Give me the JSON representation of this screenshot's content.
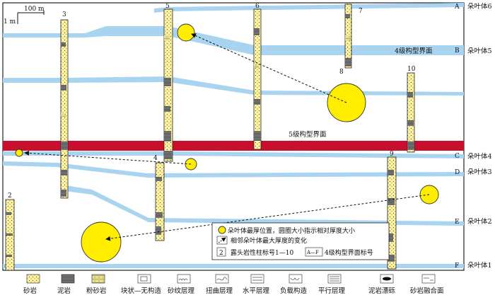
{
  "scale": {
    "horizontal": "100 m",
    "vertical": "1 m"
  },
  "boundary_labels": {
    "level4": "4级构型界面",
    "level5": "5级构型界面"
  },
  "surface_letters": [
    "A",
    "B",
    "C",
    "D",
    "E",
    "F"
  ],
  "lobes": [
    "朵叶体6",
    "朵叶体5",
    "朵叶体4",
    "朵叶体3",
    "朵叶体2",
    "朵叶体1"
  ],
  "column_numbers": [
    "2",
    "3",
    "4",
    "5",
    "6",
    "7",
    "8",
    "9",
    "10"
  ],
  "legend_box": {
    "circle_text": "朵叶体最厚位置，圆圈大小指示相对厚度大小",
    "arrow_text": "相邻朵叶体最大厚度的变化",
    "num_symbol": "2",
    "num_text": "露头岩性柱标号1—10",
    "af_symbol": "A—F",
    "af_text": "4级构型界面标号"
  },
  "lithology_legend": [
    "砂岩",
    "泥岩",
    "粉砂岩",
    "块状—无构造",
    "砂纹层理",
    "扭曲层理",
    "水平层理",
    "负载构造",
    "平行层理",
    "泥岩漂砾",
    "砂岩融合面"
  ],
  "colors": {
    "band": "#a9d4ef",
    "level5": "#c8102e",
    "lobe": "#ffee00",
    "sandstone": "#fff4a0"
  }
}
